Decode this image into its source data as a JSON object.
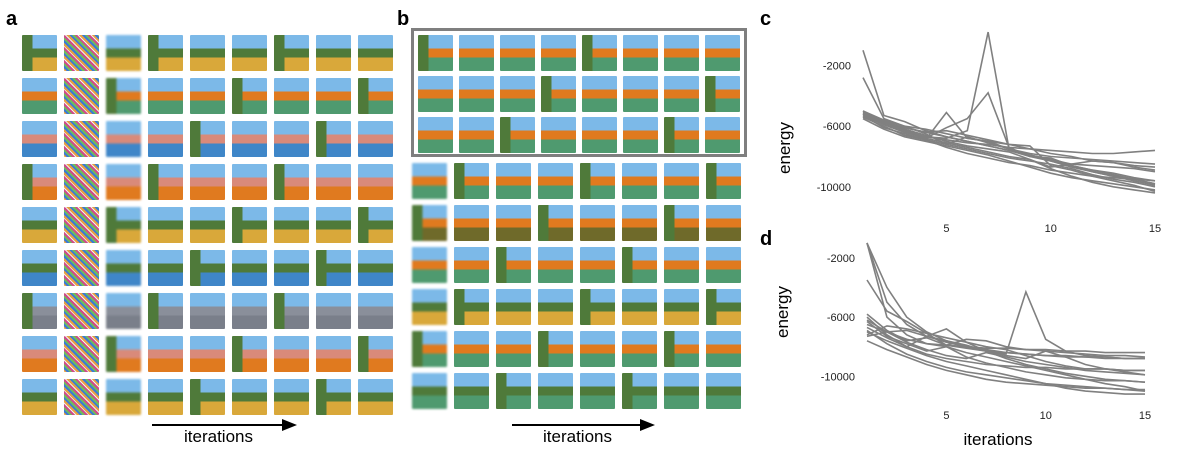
{
  "panels": {
    "a": "a",
    "b": "b",
    "c": "c",
    "d": "d"
  },
  "panel_a": {
    "rows": 9,
    "cols": 9,
    "caption": "iterations"
  },
  "panel_b": {
    "framed_rows": 3,
    "rows": 6,
    "cols": 8,
    "framed_cols": 8,
    "caption": "iterations"
  },
  "colors": {
    "line": "#808080",
    "frame": "#7f7f7f",
    "sky": "#7cb9e8",
    "green_wall": "#4f7a3a",
    "orange_wall": "#e07a1f",
    "pink_wall": "#d98a7a",
    "blue_floor": "#3f86c8",
    "sand_floor": "#d9a83a",
    "teal_floor": "#4f9a6f"
  },
  "chart_data": [
    {
      "type": "line",
      "panel": "c",
      "ylabel": "energy",
      "xlabel": "",
      "xticks": [
        5,
        10,
        15
      ],
      "yticks": [
        -2000,
        -6000,
        -10000
      ],
      "xlim": [
        1,
        15
      ],
      "ylim": [
        -11000,
        800
      ],
      "series": [
        {
          "values": [
            -1000,
            -5300,
            -5700,
            -6300,
            -6700,
            -7000,
            -7300,
            -7600,
            -7900,
            -8200,
            -8600,
            -8900,
            -9100,
            -9400,
            -9600
          ]
        },
        {
          "values": [
            -2800,
            -5500,
            -6000,
            -6200,
            -6500,
            -6800,
            -7000,
            -7500,
            -7900,
            -8300,
            -8700,
            -9000,
            -9300,
            -9600,
            -9900
          ]
        },
        {
          "values": [
            -5200,
            -5600,
            -6200,
            -6800,
            -6100,
            -5500,
            -3800,
            -7400,
            -8000,
            -8100,
            -8600,
            -9000,
            -9300,
            -9500,
            -9800
          ]
        },
        {
          "values": [
            -5400,
            -5800,
            -6100,
            -6400,
            -6300,
            -6600,
            -6900,
            -7200,
            -7500,
            -7800,
            -8000,
            -8300,
            -8400,
            -8700,
            -8900
          ]
        },
        {
          "values": [
            -5200,
            -5800,
            -6300,
            -6700,
            -6800,
            -6300,
            200,
            -7500,
            -7900,
            -8200,
            -8500,
            -8600,
            -8700,
            -8800,
            -9000
          ]
        },
        {
          "values": [
            -5000,
            -5600,
            -6000,
            -6500,
            -7200,
            -6700,
            -7100,
            -7500,
            -7800,
            -8000,
            -8100,
            -8200,
            -8300,
            -8400,
            -8500
          ]
        },
        {
          "values": [
            -5300,
            -5900,
            -6400,
            -6700,
            -6900,
            -7100,
            -7200,
            -7400,
            -7500,
            -7600,
            -7700,
            -7800,
            -7800,
            -7700,
            -7600
          ]
        },
        {
          "values": [
            -5100,
            -5700,
            -6100,
            -6400,
            -6700,
            -7000,
            -7300,
            -7600,
            -8000,
            -8300,
            -8600,
            -8900,
            -9200,
            -9500,
            -9800
          ]
        },
        {
          "values": [
            -5400,
            -6000,
            -6600,
            -6900,
            -5100,
            -6800,
            -7000,
            -7200,
            -7300,
            -8600,
            -8900,
            -9300,
            -9600,
            -9900,
            -10300
          ]
        },
        {
          "values": [
            -5200,
            -5900,
            -6400,
            -6800,
            -7100,
            -7400,
            -7700,
            -8000,
            -8200,
            -8800,
            -9300,
            -9700,
            -10000,
            -10200,
            -10400
          ]
        },
        {
          "values": [
            -5300,
            -6100,
            -6500,
            -6900,
            -7200,
            -7500,
            -7800,
            -8100,
            -8300,
            -8500,
            -8800,
            -9200,
            -9500,
            -9700,
            -10000
          ]
        },
        {
          "values": [
            -5100,
            -5800,
            -6200,
            -6600,
            -7000,
            -7300,
            -7500,
            -7700,
            -8200,
            -8700,
            -8500,
            -8300,
            -8400,
            -8600,
            -8700
          ]
        },
        {
          "values": [
            -5500,
            -6200,
            -6700,
            -7000,
            -7300,
            -7600,
            -7900,
            -8300,
            -8700,
            -9100,
            -9400,
            -9600,
            -9800,
            -10000,
            -10200
          ]
        },
        {
          "values": [
            -5000,
            -5700,
            -6200,
            -6900,
            -7400,
            -7800,
            -8100,
            -8400,
            -8600,
            -8900,
            -9100,
            -9300,
            -9400,
            -9500,
            -9600
          ]
        }
      ]
    },
    {
      "type": "line",
      "panel": "d",
      "ylabel": "energy",
      "xlabel": "iterations",
      "xticks": [
        5,
        10,
        15
      ],
      "yticks": [
        -2000,
        -6000,
        -10000
      ],
      "xlim": [
        1,
        15
      ],
      "ylim": [
        -11600,
        -1000
      ],
      "series": [
        {
          "values": [
            -1000,
            -6000,
            -7200,
            -7800,
            -7900,
            -8000,
            -8100,
            -8100,
            -8200,
            -8200,
            -8300,
            -8300,
            -8400,
            -8400,
            -8400
          ]
        },
        {
          "values": [
            -1000,
            -5000,
            -6500,
            -7300,
            -7700,
            -8000,
            -8200,
            -8400,
            -8500,
            -8600,
            -8700,
            -8700,
            -8800,
            -8800,
            -8800
          ]
        },
        {
          "values": [
            -1000,
            -4000,
            -6000,
            -7000,
            -7600,
            -8000,
            -8300,
            -8500,
            -4300,
            -7500,
            -8300,
            -8600,
            -8700,
            -8800,
            -8800
          ]
        },
        {
          "values": [
            -3500,
            -5600,
            -6300,
            -7100,
            -7900,
            -7500,
            -7600,
            -8000,
            -8200,
            -8300,
            -8400,
            -8500,
            -8600,
            -8600,
            -8700
          ]
        },
        {
          "values": [
            -7200,
            -6600,
            -6800,
            -7100,
            -7400,
            -7700,
            -8000,
            -8200,
            -8600,
            -9000,
            -9300,
            -9500,
            -9500,
            -9600,
            -9600
          ]
        },
        {
          "values": [
            -6300,
            -7300,
            -7800,
            -8300,
            -8000,
            -8700,
            -9100,
            -9400,
            -9700,
            -9900,
            -10100,
            -10200,
            -10300,
            -10300,
            -10400
          ]
        },
        {
          "values": [
            -7600,
            -8200,
            -8700,
            -9200,
            -9600,
            -9900,
            -10200,
            -10400,
            -10500,
            -10600,
            -10700,
            -10800,
            -10800,
            -10900,
            -10900
          ]
        },
        {
          "values": [
            -6900,
            -7800,
            -8500,
            -9000,
            -9400,
            -9700,
            -9900,
            -10100,
            -10300,
            -10500,
            -10600,
            -10700,
            -10800,
            -10900,
            -11000
          ]
        },
        {
          "values": [
            -6500,
            -7000,
            -7500,
            -7800,
            -8000,
            -8400,
            -8700,
            -9000,
            -9300,
            -9600,
            -9900,
            -10200,
            -10500,
            -10700,
            -11000
          ]
        },
        {
          "values": [
            -7300,
            -7000,
            -6900,
            -7300,
            -7600,
            -7900,
            -8300,
            -8600,
            -8800,
            -8300,
            -8700,
            -9200,
            -9500,
            -9700,
            -9900
          ]
        },
        {
          "values": [
            -5800,
            -6900,
            -7600,
            -7400,
            -7900,
            -8100,
            -8300,
            -8400,
            -8500,
            -8600,
            -8600,
            -8700,
            -8700,
            -8800,
            -8800
          ]
        },
        {
          "values": [
            -6000,
            -7200,
            -8000,
            -8500,
            -8800,
            -9000,
            -9200,
            -9300,
            -9400,
            -9400,
            -9500,
            -9500,
            -9500,
            -9600,
            -9600
          ]
        },
        {
          "values": [
            -6700,
            -7400,
            -8000,
            -7300,
            -6800,
            -7700,
            -8300,
            -8800,
            -9200,
            -9500,
            -9800,
            -10000,
            -10200,
            -10300,
            -10400
          ]
        },
        {
          "values": [
            -7000,
            -7600,
            -8100,
            -8600,
            -9000,
            -9300,
            -9600,
            -9900,
            -10200,
            -10500,
            -10800,
            -11000,
            -11100,
            -11200,
            -11200
          ]
        },
        {
          "values": [
            -6200,
            -7000,
            -7700,
            -8200,
            -8600,
            -8800,
            -8400,
            -8700,
            -9000,
            -9200,
            -9400,
            -9600,
            -9700,
            -9800,
            -9900
          ]
        }
      ]
    }
  ]
}
